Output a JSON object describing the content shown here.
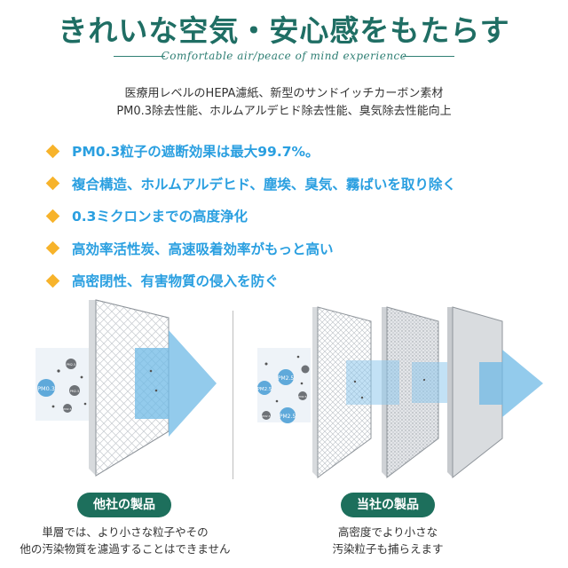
{
  "header": {
    "title": "きれいな空気・安心感をもたらす",
    "subtitle": "Comfortable air/peace of mind experience"
  },
  "description": {
    "line1": "医療用レベルのHEPA濾紙、新型のサンドイッチカーボン素材",
    "line2": "PM0.3除去性能、ホルムアルデヒド除去性能、臭気除去性能向上"
  },
  "features": [
    "PM0.3粒子の遮断効果は最大99.7%。",
    "複合構造、ホルムアルデヒド、塵埃、臭気、霧ばいを取り除く",
    "0.3ミクロンまでの高度浄化",
    "高効率活性炭、高速吸着効率がもっと高い",
    "高密閉性、有害物質の侵入を防ぐ"
  ],
  "particle_labels": {
    "pm03": "PM0.3",
    "pm25": "PM2.5"
  },
  "comparison": {
    "other": {
      "label": "他社の製品",
      "caption_line1": "単層では、より小さな粒子やその",
      "caption_line2": "他の汚染物質を濾過することはできません"
    },
    "ours": {
      "label": "当社の製品",
      "caption_line1": "高密度でより小さな",
      "caption_line2": "汚染粒子も捕らえます"
    }
  },
  "colors": {
    "title": "#1f6e64",
    "feature_text": "#2a9fe0",
    "bullet": "#f7b32b",
    "label_bg": "#1d6f5c",
    "arrow": "#7ec3ea"
  }
}
